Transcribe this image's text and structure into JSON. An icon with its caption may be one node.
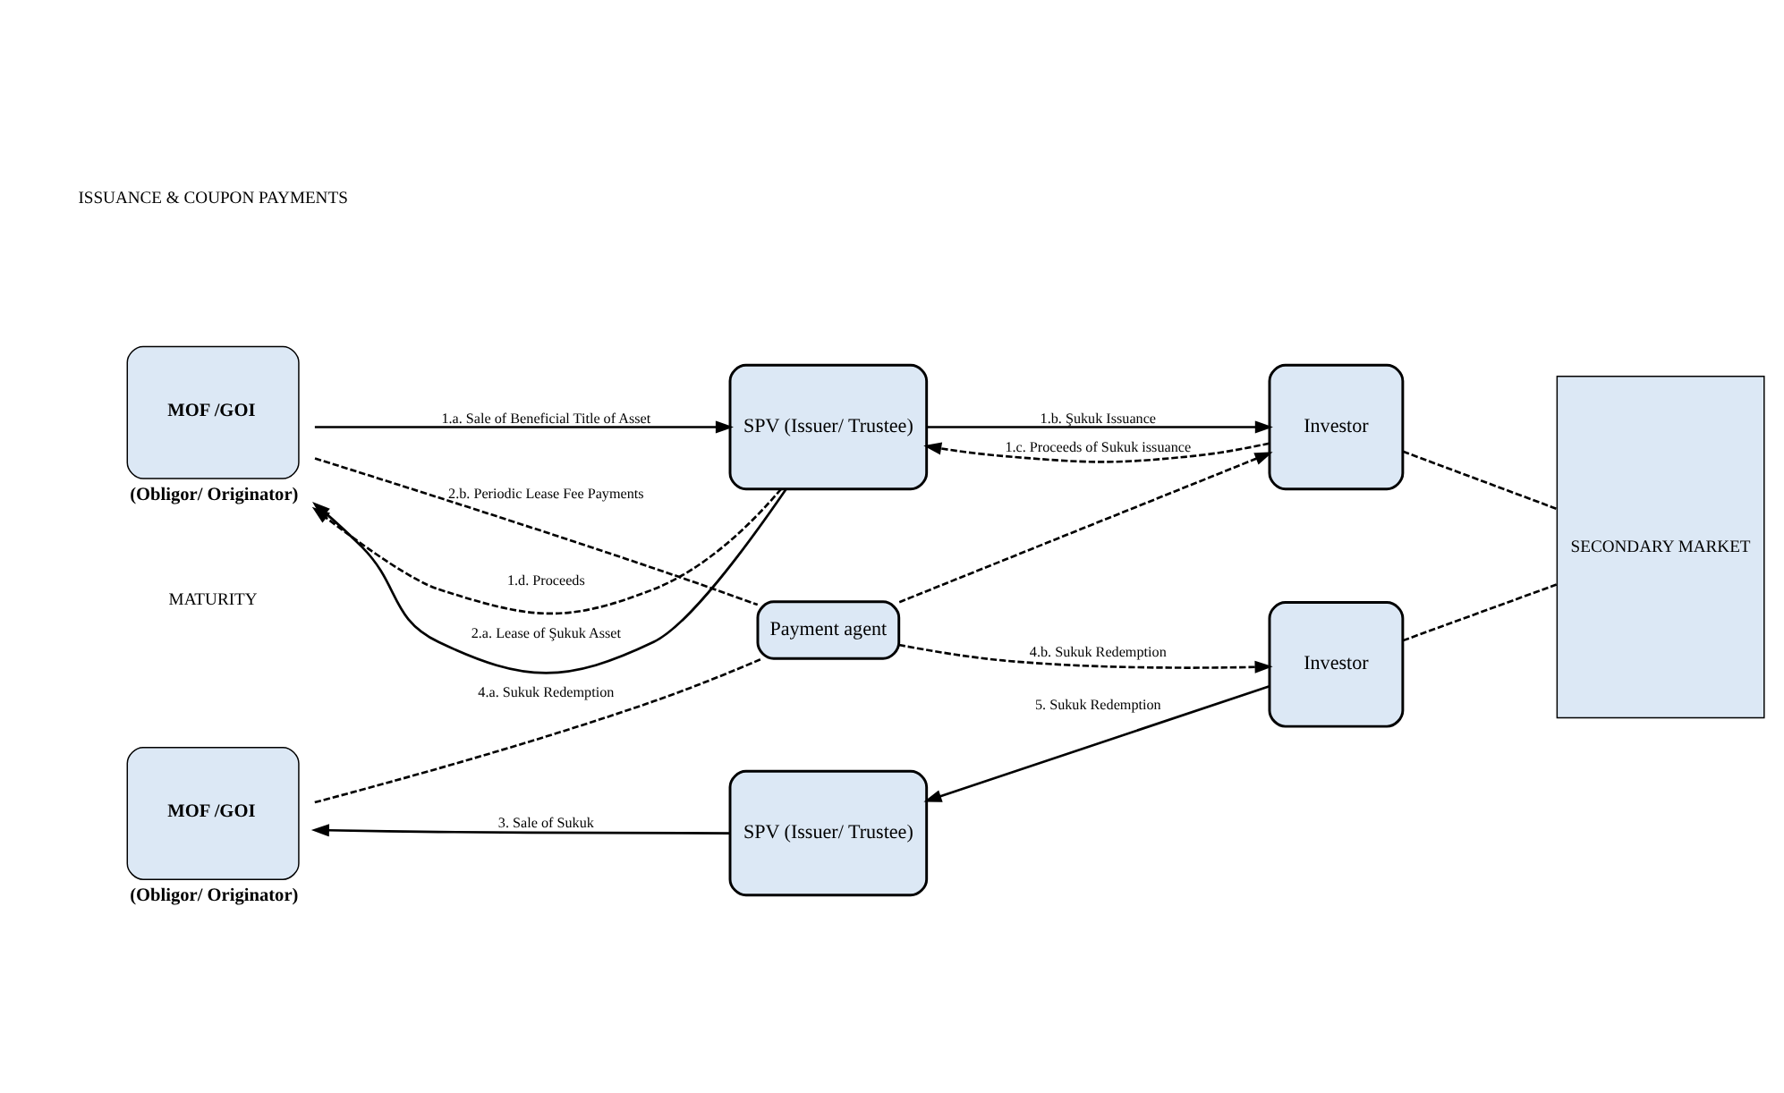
{
  "diagram": {
    "nodes": [
      {
        "text": [
          "MOF /GOI"
        ],
        "beside": [
          "(Obligor/ Originator)"
        ]
      },
      {
        "text": [
          "SPV (Issuer/ Trustee)"
        ]
      },
      {
        "text": [
          "Investor"
        ]
      },
      {
        "text": [
          "SECONDARY MARKET"
        ]
      },
      {
        "text": [
          "Payment agent"
        ]
      },
      {
        "text": [
          "MOF /GOI"
        ],
        "beside": [
          "(Obligor/ Originator)"
        ]
      },
      {
        "text": [
          "SPV (Issuer/ Trustee)"
        ]
      },
      {
        "text": [
          "Investor"
        ]
      }
    ],
    "edges": [
      {
        "from": 0,
        "to": 1,
        "arrow": "to",
        "label": "1.a. Sale of Beneficial Title of Asset"
      },
      {
        "from": 1,
        "to": 0,
        "arrow": "to",
        "style": "dashed",
        "label": "1.d. Proceeds"
      },
      {
        "from": 1,
        "to": 0,
        "arrow": "to",
        "label": "2.a. Lease of Şukuk Asset"
      },
      {
        "from": 1,
        "to": 2,
        "arrow": "to",
        "label": "1.b. Şukuk Issuance"
      },
      {
        "from": 2,
        "to": 1,
        "arrow": "to",
        "style": "dashed",
        "label": "1.c. Proceeds of Sukuk issuance"
      },
      {
        "from": 0,
        "to": 4,
        "arrow": "none",
        "style": "dashed",
        "label": "2.b. Periodic Lease Fee Payments"
      },
      {
        "from": 4,
        "to": 2,
        "arrow": "to",
        "style": "dashed"
      },
      {
        "from": 5,
        "to": 4,
        "arrow": "none",
        "style": "dashed",
        "label": "4.a. Sukuk Redemption"
      },
      {
        "from": 4,
        "to": 7,
        "arrow": "to",
        "style": "dashed",
        "label": "4.b. Sukuk Redemption"
      },
      {
        "from": 6,
        "to": 5,
        "arrow": "to",
        "label": "3. Sale of Sukuk"
      },
      {
        "from": 7,
        "to": 6,
        "arrow": "to",
        "label": "5. Sukuk Redemption"
      },
      {
        "from": 2,
        "to": 3,
        "arrow": "none",
        "style": "dashed"
      },
      {
        "from": 7,
        "to": 3,
        "arrow": "none",
        "style": "dashed"
      }
    ],
    "labels": [
      "ISSUANCE & COUPON PAYMENTS",
      "MATURITY"
    ]
  }
}
